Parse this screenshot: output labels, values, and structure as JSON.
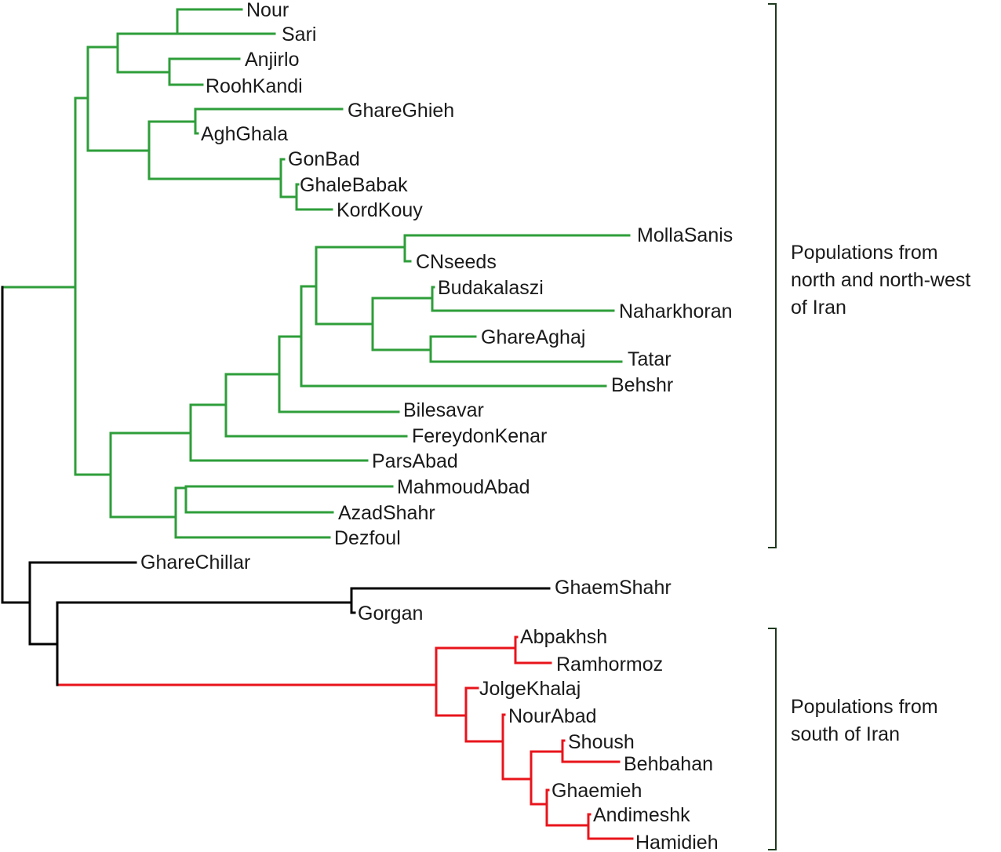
{
  "colors": {
    "north_clade": "#2e9e3a",
    "south_clade": "#e8141b",
    "outgroup": "#000000",
    "bracket": "#1f3a1f"
  },
  "groups": {
    "north": [
      "Populations from",
      "north and north-west",
      "of Iran"
    ],
    "south": [
      "Populations from",
      "south of Iran"
    ]
  },
  "leaves": {
    "nour": "Nour",
    "sari": "Sari",
    "anjirlo": "Anjirlo",
    "roohkandi": "RoohKandi",
    "gharegieh": "GhareGhieh",
    "aghghala": "AghGhala",
    "gonbad": "GonBad",
    "ghalebabak": "GhaleBabak",
    "kordkouy": "KordKouy",
    "mollasanis": "MollaSanis",
    "cnseeds": "CNseeds",
    "budakalaszi": "Budakalaszi",
    "naharkhoran": "Naharkhoran",
    "ghareaghaj": "GhareAghaj",
    "tatar": "Tatar",
    "behshr": "Behshr",
    "bilesavar": "Bilesavar",
    "fereydonkenar": "FereydonKenar",
    "parsabad": "ParsAbad",
    "mahmoudabad": "MahmoudAbad",
    "azadshahr": "AzadShahr",
    "dezfoul": "Dezfoul",
    "gharechillar": "GhareChillar",
    "ghaemshahr": "GhaemShahr",
    "gorgan": "Gorgan",
    "abpakhsh": "Abpakhsh",
    "ramhormoz": "Ramhormoz",
    "jolgekhalaj": "JolgeKhalaj",
    "nourabad": "NourAbad",
    "shoush": "Shoush",
    "behbahan": "Behbahan",
    "ghaemieh": "Ghaemieh",
    "andimeshk": "Andimeshk",
    "hamidieh": "Hamidieh"
  }
}
